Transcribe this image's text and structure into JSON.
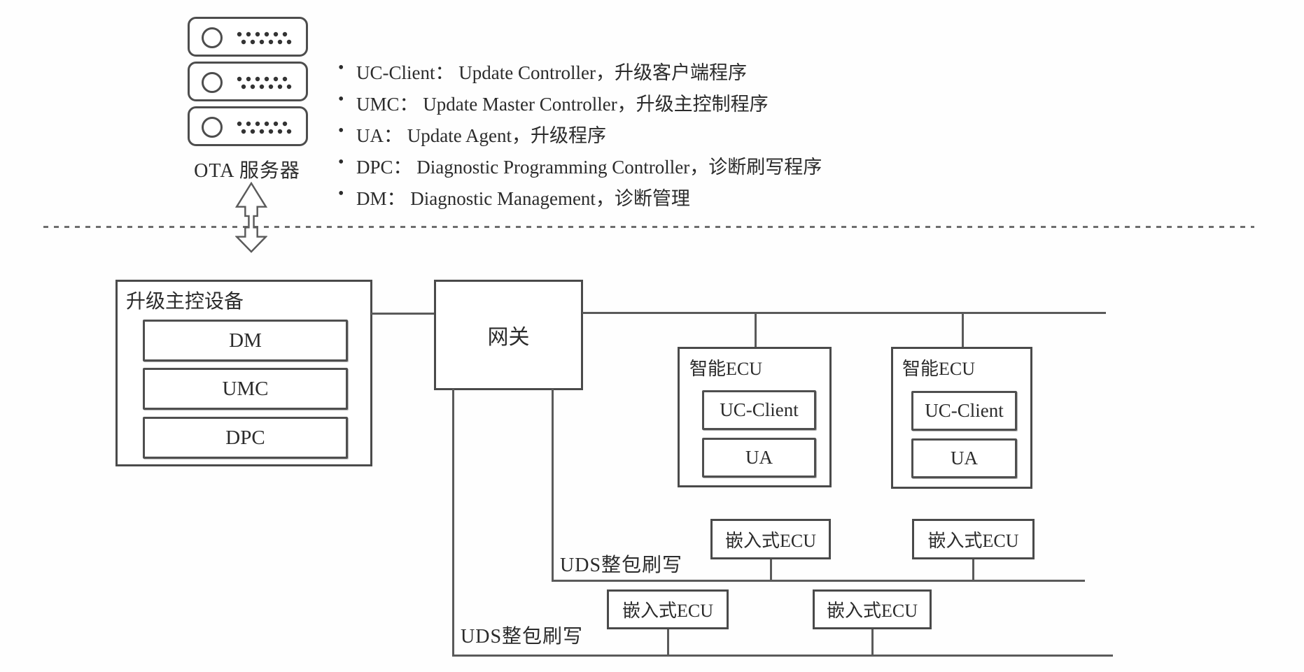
{
  "colors": {
    "line": "#5a5a5a",
    "box_border": "#4a4a4a",
    "text": "#2b2b2b",
    "background": "#ffffff"
  },
  "server": {
    "icon": "server-icon",
    "label": "OTA 服务器"
  },
  "legend": {
    "bullet": "•",
    "items": [
      {
        "text": "UC-Client： Update Controller，升级客户端程序"
      },
      {
        "text": "UMC： Update Master Controller，升级主控制程序"
      },
      {
        "text": "UA： Update Agent，升级程序"
      },
      {
        "text": "DPC： Diagnostic Programming Controller，诊断刷写程序"
      },
      {
        "text": "DM： Diagnostic Management，诊断管理"
      }
    ]
  },
  "diagram": {
    "master_device": {
      "title": "升级主控设备",
      "modules": [
        "DM",
        "UMC",
        "DPC"
      ]
    },
    "gateway": {
      "label": "网关"
    },
    "smart_ecu_1": {
      "title": "智能ECU",
      "modules": [
        "UC-Client",
        "UA"
      ]
    },
    "smart_ecu_2": {
      "title": "智能ECU",
      "modules": [
        "UC-Client",
        "UA"
      ]
    },
    "embedded_ecu_row1": [
      "嵌入式ECU",
      "嵌入式ECU"
    ],
    "embedded_ecu_row2": [
      "嵌入式ECU",
      "嵌入式ECU"
    ],
    "uds_label_row1": "UDS整包刷写",
    "uds_label_row2": "UDS整包刷写"
  }
}
